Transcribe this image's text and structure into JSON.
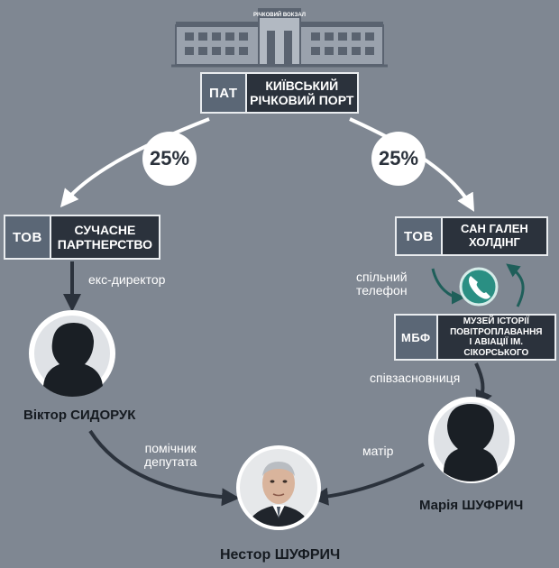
{
  "building": {
    "sign": "РІЧКОВИЙ ВОКЗАЛ"
  },
  "port": {
    "abbr": "ПАТ",
    "name": "КИЇВСЬКИЙ\nРІЧКОВИЙ ПОРТ"
  },
  "shares": {
    "left": "25%",
    "right": "25%"
  },
  "company_left": {
    "abbr": "ТОВ",
    "name": "СУЧАСНЕ\nПАРТНЕРСТВО"
  },
  "company_right": {
    "abbr": "ТОВ",
    "name": "САН ГАЛЕН ХОЛДІНГ"
  },
  "museum": {
    "abbr": "МБФ",
    "name": "МУЗЕЙ ІСТОРІЇ\nПОВІТРОПЛАВАННЯ\nІ АВІАЦІЇ ІМ. СІКОРСЬКОГО"
  },
  "labels": {
    "ex_director": "екс-директор",
    "shared_phone": "спільний\nтелефон",
    "cofounder": "співзасновниця",
    "assistant": "помічник\nдепутата",
    "mother": "матір"
  },
  "people": {
    "sydoruk": "Віктор СИДОРУК",
    "mariia": "Марія ШУФРИЧ",
    "nestor": "Нестор ШУФРИЧ"
  },
  "colors": {
    "background": "#7f8792",
    "box_dark": "#2b323c",
    "box_abbr": "#5b6776",
    "arrow_light": "#ffffff",
    "arrow_dark": "#2b323c",
    "phone_accent": "#1f7a70"
  }
}
